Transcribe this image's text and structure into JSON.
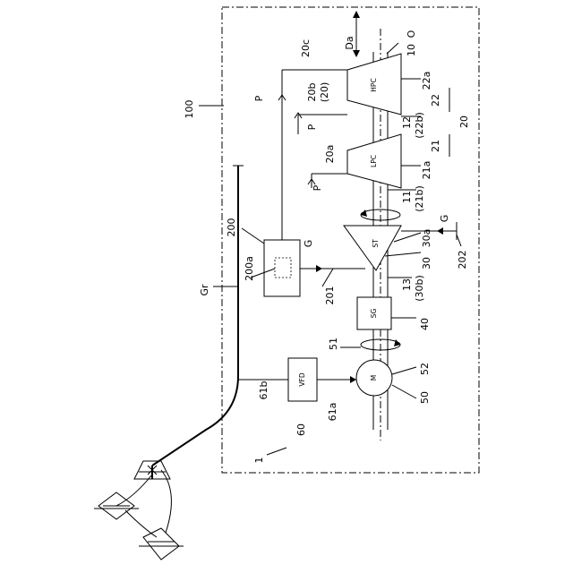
{
  "labels": {
    "system": "100",
    "grid": "Gr",
    "axis_label": "Da",
    "axis_line": "O",
    "shaft_10": "10",
    "line_20c": "20c",
    "line_20b": "20b",
    "line_20b_paren": "(20)",
    "p1": "P",
    "p2": "P",
    "p3": "P",
    "line_20a": "20a",
    "ref_22a": "22a",
    "ref_22": "22",
    "ref_20": "20",
    "ref_12": "12",
    "ref_22b": "(22b)",
    "ref_21": "21",
    "ref_21a": "21a",
    "ref_11": "11",
    "ref_21b": "(21b)",
    "ref_200": "200",
    "ref_200a": "200a",
    "g_left": "G",
    "g_right": "G",
    "ref_30a": "30a",
    "ref_30": "30",
    "ref_202": "202",
    "ref_201": "201",
    "ref_13": "13",
    "ref_30b": "(30b)",
    "ref_40": "40",
    "ref_51": "51",
    "ref_52": "52",
    "ref_50": "50",
    "ref_61b": "61b",
    "ref_61a": "61a",
    "ref_60": "60",
    "ref_1": "1"
  },
  "components": {
    "hpc": "HPC",
    "lpc": "LPC",
    "st": "ST",
    "sg": "SG",
    "vfd": "VFD",
    "motor": "M"
  }
}
